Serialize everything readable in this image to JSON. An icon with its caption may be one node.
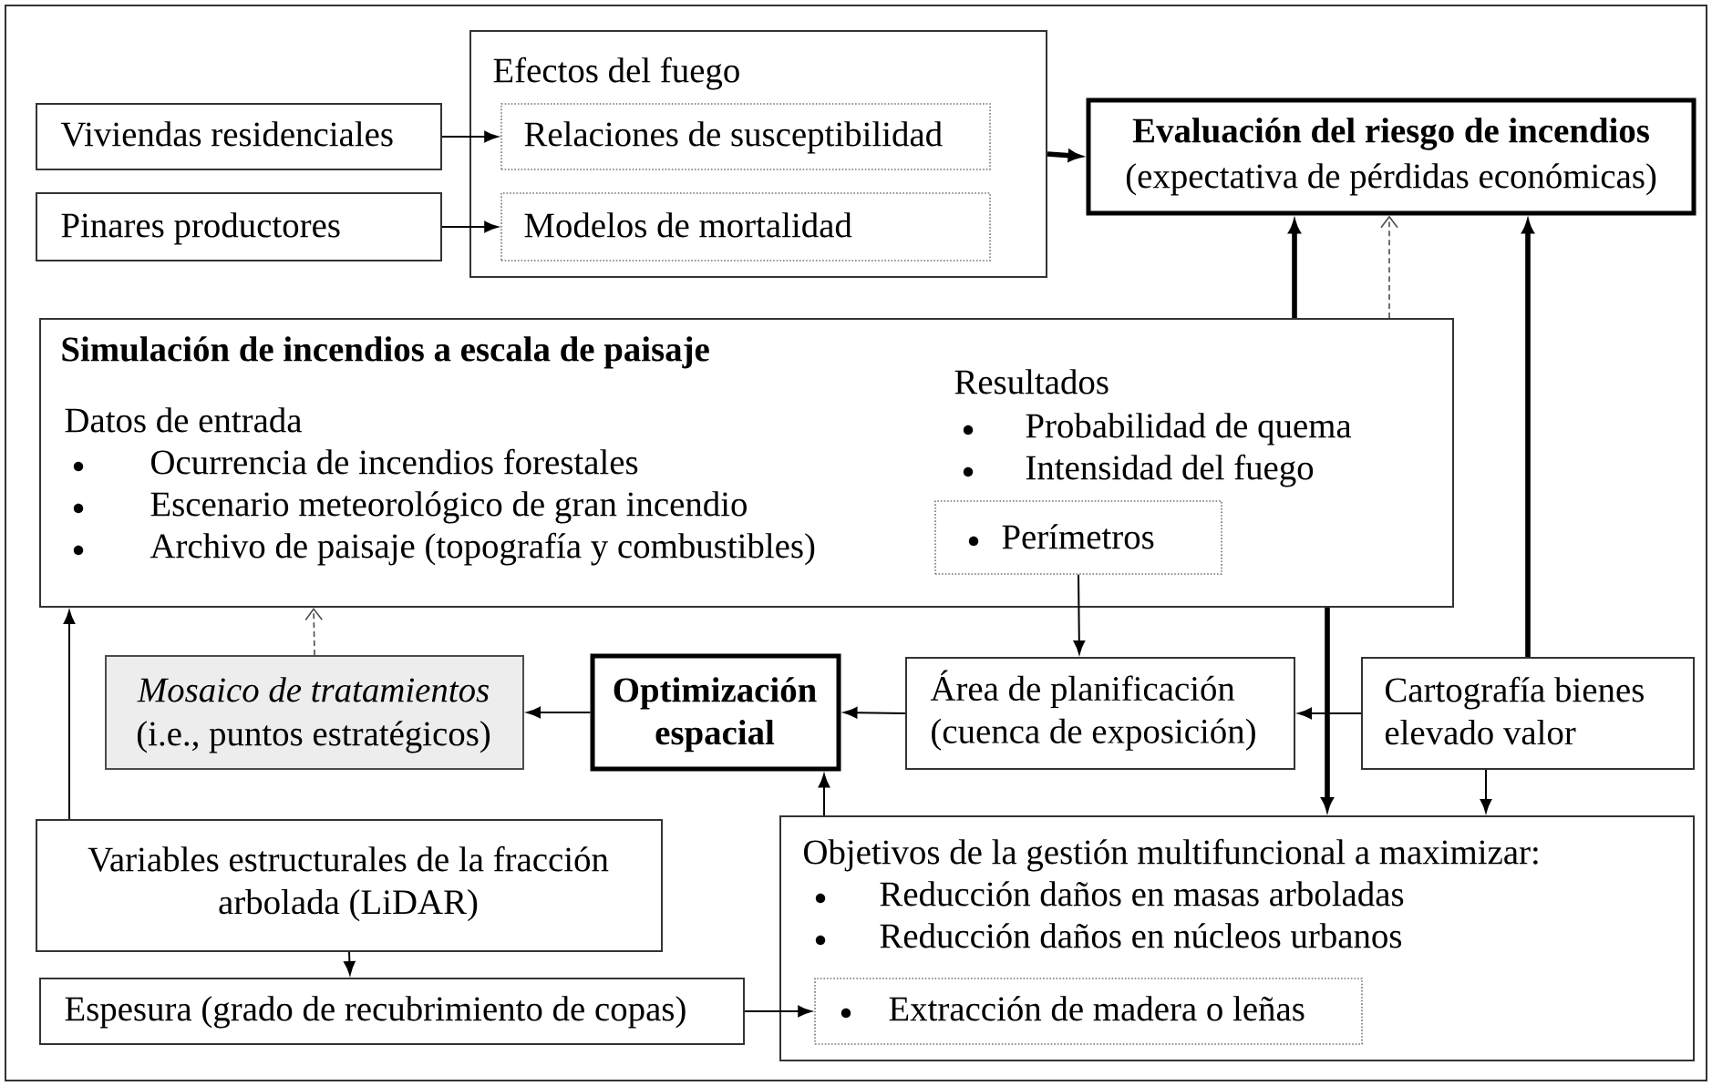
{
  "diagram": {
    "nodes": [
      {
        "text": [
          "Viviendas residenciales"
        ]
      },
      {
        "text": [
          "Pinares productores"
        ]
      },
      {
        "text": [
          "Efectos del fuego"
        ]
      },
      {
        "text": [
          "Relaciones de susceptibilidad"
        ],
        "in": 2
      },
      {
        "text": [
          "Modelos de mortalidad"
        ],
        "in": 2
      },
      {
        "text": [
          "Evaluación del riesgo de incendios",
          "(expectativa de pérdidas económicas)"
        ]
      },
      {
        "text": [
          "Simulación de incendios a escala de paisaje",
          "Datos de entrada",
          "Ocurrencia de incendios forestales",
          "Escenario meteorológico de gran incendio",
          "Archivo de paisaje (topografía y combustibles)",
          "Resultados",
          "Probabilidad de quema",
          "Intensidad del fuego"
        ]
      },
      {
        "text": [
          "Perímetros"
        ],
        "in": 6
      },
      {
        "text": [
          "Mosaico de tratamientos",
          "(i.e., puntos estratégicos)"
        ]
      },
      {
        "text": [
          "Optimización espacial"
        ]
      },
      {
        "text": [
          "Área de planificación (cuenca de exposición)"
        ]
      },
      {
        "text": [
          "Cartografía bienes elevado valor"
        ]
      },
      {
        "text": [
          "Variables estructurales de la fracción arbolada (LiDAR)"
        ]
      },
      {
        "text": [
          "Espesura (grado de recubrimiento de copas)"
        ]
      },
      {
        "text": [
          "Objetivos de la gestión multifuncional a maximizar:",
          "Reducción daños en masas arboladas",
          "Reducción daños en núcleos urbanos"
        ]
      },
      {
        "text": [
          "Extracción de madera o leñas"
        ],
        "in": 14
      }
    ],
    "edges": [
      {
        "from": 0,
        "to": 3,
        "arrow": "to"
      },
      {
        "from": 1,
        "to": 4,
        "arrow": "to"
      },
      {
        "from": 2,
        "to": 5,
        "arrow": "to",
        "style": "thick"
      },
      {
        "from": 6,
        "to": 5,
        "arrow": "to",
        "style": "thick"
      },
      {
        "from": 6,
        "to": 5,
        "arrow": "to",
        "style": "dashed"
      },
      {
        "from": 11,
        "to": 5,
        "arrow": "to",
        "style": "thick"
      },
      {
        "from": 7,
        "to": 10,
        "arrow": "to"
      },
      {
        "from": 6,
        "to": 14,
        "arrow": "to",
        "style": "thick"
      },
      {
        "from": 11,
        "to": 10,
        "arrow": "to"
      },
      {
        "from": 11,
        "to": 14,
        "arrow": "to"
      },
      {
        "from": 10,
        "to": 9,
        "arrow": "to"
      },
      {
        "from": 9,
        "to": 8,
        "arrow": "to"
      },
      {
        "from": 14,
        "to": 9,
        "arrow": "to"
      },
      {
        "from": 8,
        "to": 6,
        "arrow": "to",
        "style": "dashed"
      },
      {
        "from": 12,
        "to": 6,
        "arrow": "to"
      },
      {
        "from": 12,
        "to": 13,
        "arrow": "to"
      },
      {
        "from": 13,
        "to": 15,
        "arrow": "to"
      }
    ]
  }
}
